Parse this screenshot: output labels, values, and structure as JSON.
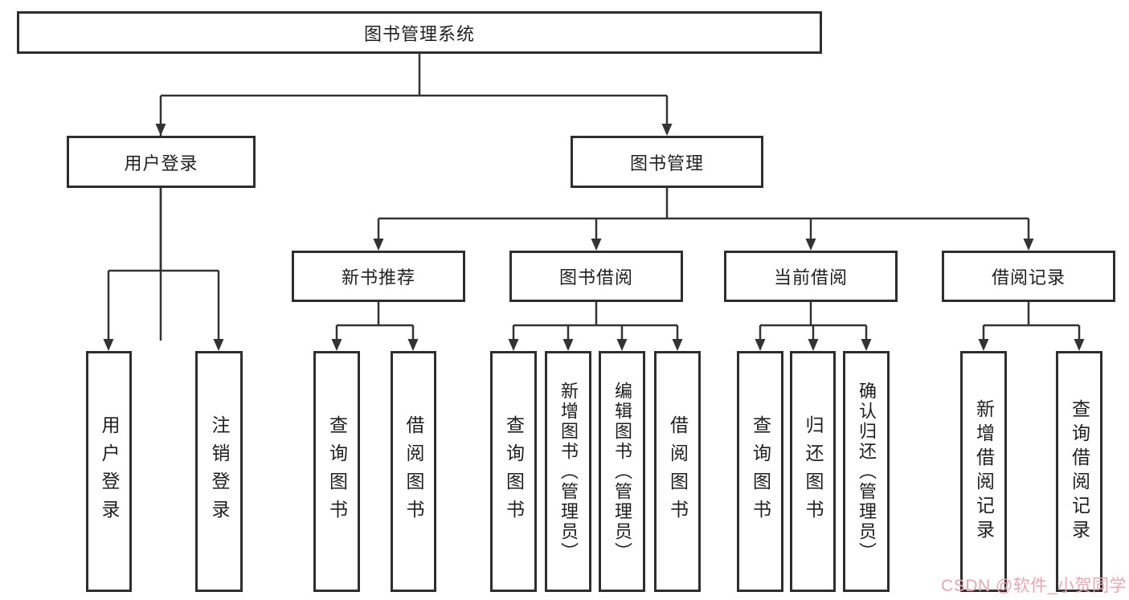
{
  "colors": {
    "line": "#333333",
    "border": "#2e2e2e",
    "text": "#1f1f1f",
    "background": "#ffffff",
    "watermark": "#f2a4ae"
  },
  "tree": {
    "root": {
      "label": "图书管理系统"
    },
    "children": [
      {
        "label": "用户登录",
        "children": [
          {
            "label": "用户登录"
          },
          {
            "label": "注销登录"
          }
        ]
      },
      {
        "label": "图书管理",
        "children": [
          {
            "label": "新书推荐",
            "children": [
              {
                "label": "查询图书"
              },
              {
                "label": "借阅图书"
              }
            ]
          },
          {
            "label": "图书借阅",
            "children": [
              {
                "label": "查询图书"
              },
              {
                "label": "新增图书（管理员）"
              },
              {
                "label": "编辑图书（管理员）"
              },
              {
                "label": "借阅图书"
              }
            ]
          },
          {
            "label": "当前借阅",
            "children": [
              {
                "label": "查询图书"
              },
              {
                "label": "归还图书"
              },
              {
                "label": "确认归还（管理员）"
              }
            ]
          },
          {
            "label": "借阅记录",
            "children": [
              {
                "label": "新增借阅记录"
              },
              {
                "label": "查询借阅记录"
              }
            ]
          }
        ]
      }
    ]
  },
  "watermark": {
    "text": "CSDN @软件_小贺同学"
  }
}
